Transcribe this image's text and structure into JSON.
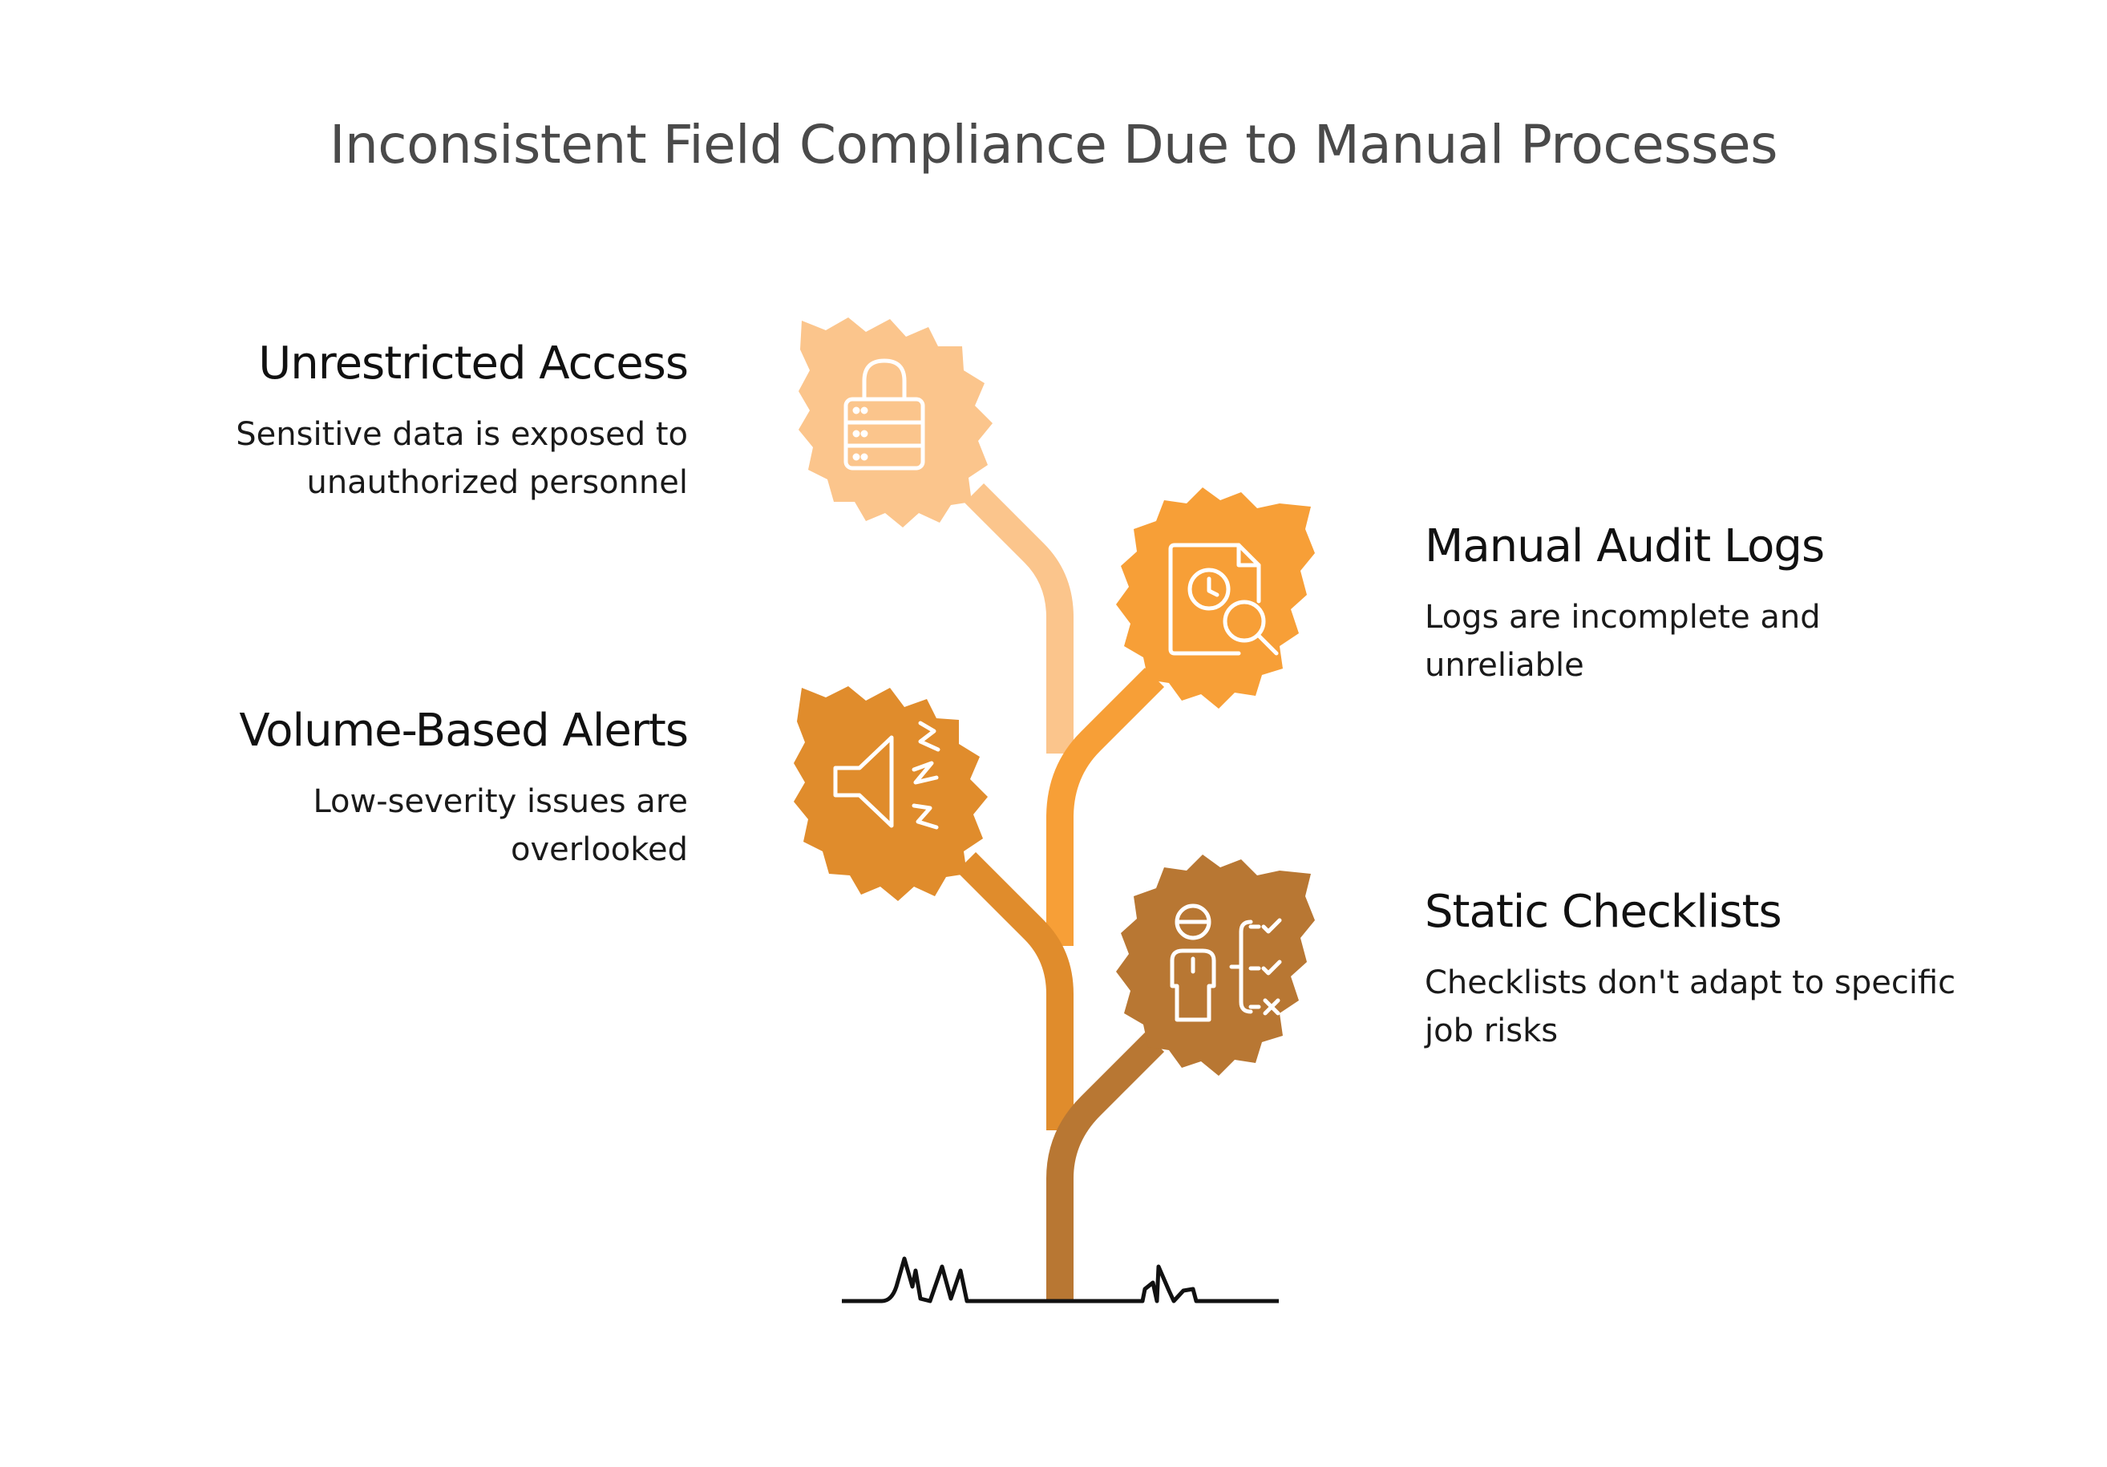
{
  "title": "Inconsistent Field Compliance Due to Manual Processes",
  "items": [
    {
      "heading": "Unrestricted Access",
      "description": "Sensitive data is exposed to\nunauthorized personnel",
      "icon": "server-lock-icon",
      "color": "#FBC58C"
    },
    {
      "heading": "Manual Audit Logs",
      "description": "Logs are incomplete and\nunreliable",
      "icon": "document-clock-search-icon",
      "color": "#F79F37"
    },
    {
      "heading": "Volume-Based Alerts",
      "description": "Low-severity issues are\noverlooked",
      "icon": "speaker-alert-icon",
      "color": "#E08C2C"
    },
    {
      "heading": "Static Checklists",
      "description": "Checklists don't adapt to specific\njob risks",
      "icon": "worker-checklist-icon",
      "color": "#B87733"
    }
  ],
  "colors": {
    "title": "#4a4a4a",
    "stem_bottom": "#B87733",
    "ground": "#111111",
    "icon_stroke": "#ffffff"
  }
}
